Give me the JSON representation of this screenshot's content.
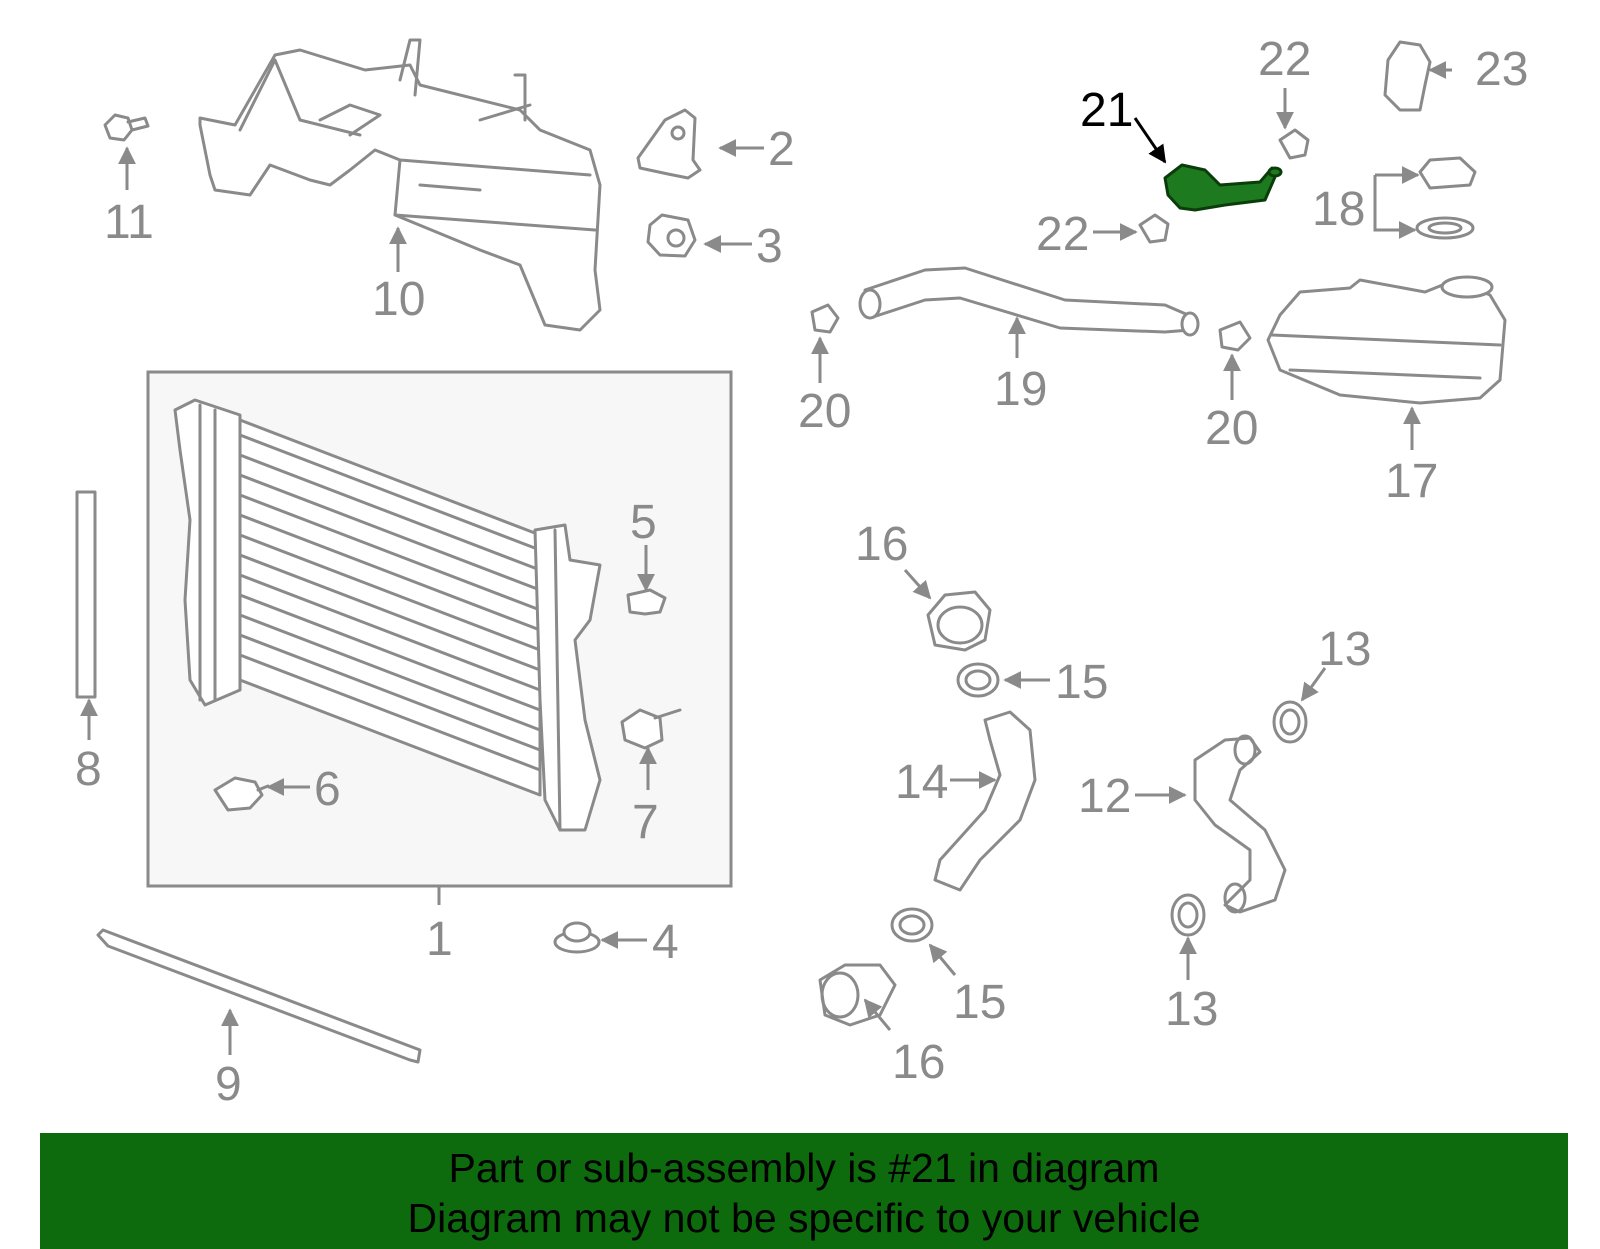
{
  "diagram": {
    "highlighted_part": "21",
    "callouts": [
      "1",
      "2",
      "3",
      "4",
      "5",
      "6",
      "7",
      "8",
      "9",
      "10",
      "11",
      "12",
      "13",
      "13",
      "14",
      "15",
      "15",
      "16",
      "16",
      "17",
      "18",
      "19",
      "20",
      "20",
      "21",
      "22",
      "22",
      "23"
    ]
  },
  "banner": {
    "line1": "Part or sub-assembly is #21 in diagram",
    "line2": "Diagram may not be specific to your vehicle"
  },
  "colors": {
    "highlight": "#1e7a1e",
    "banner_bg": "#0d6b0d",
    "part_stroke": "#8a8a8a"
  }
}
